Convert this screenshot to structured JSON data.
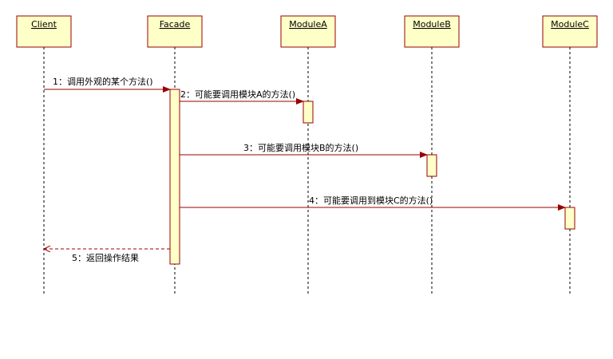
{
  "colors": {
    "box_fill": "#ffffc8",
    "box_stroke": "#990000",
    "message_line": "#990000",
    "lifeline": "#000000",
    "background": "#ffffff"
  },
  "participants": [
    {
      "id": "client",
      "name": "Client"
    },
    {
      "id": "facade",
      "name": "Facade"
    },
    {
      "id": "moduleA",
      "name": "ModuleA"
    },
    {
      "id": "moduleB",
      "name": "ModuleB"
    },
    {
      "id": "moduleC",
      "name": "ModuleC"
    }
  ],
  "messages": [
    {
      "label": "1：调用外观的某个方法()",
      "from": "client",
      "to": "facade",
      "kind": "call"
    },
    {
      "label": "2：可能要调用模块A的方法()",
      "from": "facade",
      "to": "moduleA",
      "kind": "call"
    },
    {
      "label": "3：可能要调用模块B的方法()",
      "from": "facade",
      "to": "moduleB",
      "kind": "call"
    },
    {
      "label": "4：可能要调用到模块C的方法()",
      "from": "facade",
      "to": "moduleC",
      "kind": "call"
    },
    {
      "label": "5：返回操作结果",
      "from": "facade",
      "to": "client",
      "kind": "return"
    }
  ]
}
